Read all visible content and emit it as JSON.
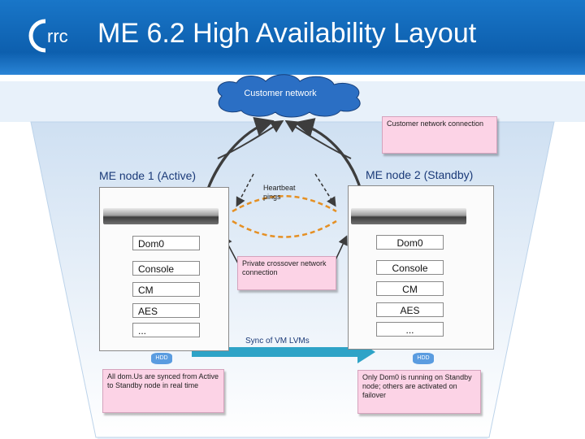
{
  "header": {
    "title": "ME 6.2 High Availability Layout",
    "logo_text": "rrc"
  },
  "cloud": {
    "label": "Customer network"
  },
  "notes": {
    "customer_connection": "Customer network connection",
    "crossover": "Private crossover network connection",
    "synced": "All dom.Us are synced from Active to Standby node in real time",
    "standby_only": "Only Dom0 is running on Standby node; others are activated on failover"
  },
  "labels": {
    "heartbeat": "Heartbeat pings",
    "sync": "Sync of VM LVMs"
  },
  "node1": {
    "title": "ME node 1 (Active)",
    "dom0": "Dom0",
    "console": "Console",
    "cm": "CM",
    "aes": "AES",
    "more": "...",
    "hdd": "HDD"
  },
  "node2": {
    "title": "ME node 2 (Standby)",
    "dom0": "Dom0",
    "console": "Console",
    "cm": "CM",
    "aes": "AES",
    "more": "...",
    "hdd": "HDD"
  },
  "colors": {
    "header_blue": "#1976c8",
    "cloud_blue": "#2b6fc4",
    "note_pink": "#fcd3e6",
    "arrow_gray": "#3d3d3d",
    "heartbeat_dashed": "#e59024",
    "sync_arrow": "#2ea3c7"
  }
}
